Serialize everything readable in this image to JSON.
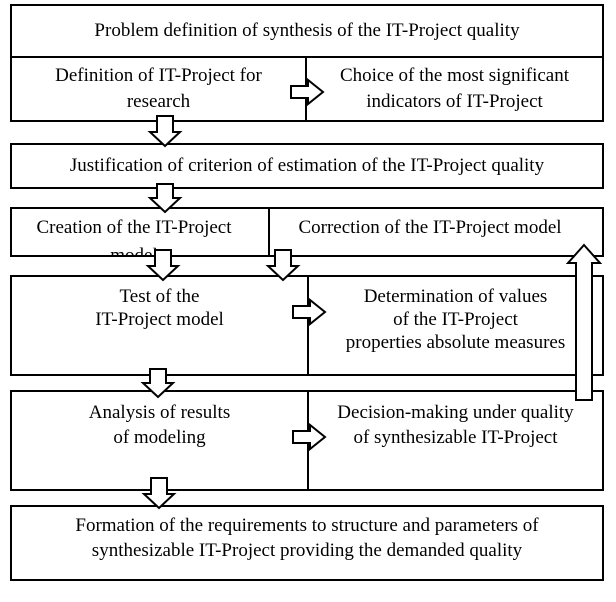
{
  "boxes": {
    "problem_definition": "Problem definition of synthesis of the IT-Project quality",
    "row2": {
      "left": [
        "Definition of IT-Project for",
        "research"
      ],
      "right": [
        "Choice of the most significant",
        "indicators of IT-Project"
      ]
    },
    "justification": "Justification of criterion of estimation of the IT-Project quality",
    "row4": {
      "left": [
        "Creation of the IT-Project",
        "model"
      ],
      "right": "Correction of the IT-Project model"
    },
    "row5": {
      "left": [
        "Test of the",
        "IT-Project model"
      ],
      "right": [
        "Determination of values",
        "of the IT-Project",
        "properties absolute measures"
      ]
    },
    "row6": {
      "left": [
        "Analysis of results",
        "of modeling"
      ],
      "right": [
        "Decision-making under quality",
        "of synthesizable IT-Project"
      ]
    },
    "formation": [
      "Formation of the requirements to structure and parameters of",
      "synthesizable IT-Project providing the demanded quality"
    ]
  },
  "colors": {
    "line": "#000000",
    "fill": "#ffffff"
  }
}
